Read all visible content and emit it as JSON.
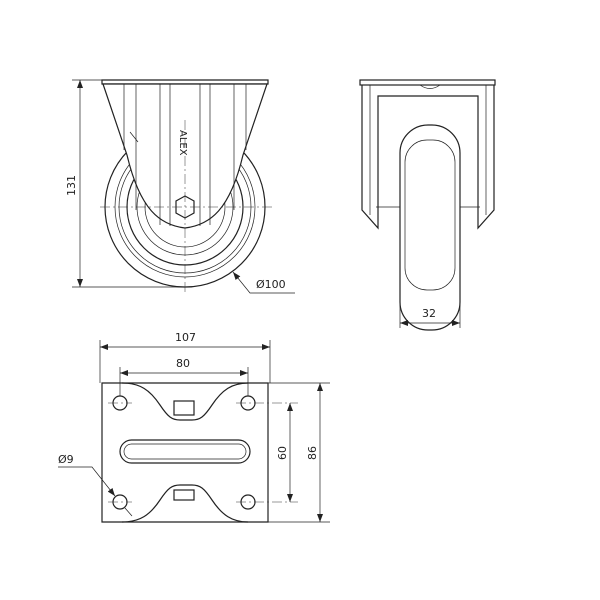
{
  "title": "Fixed castor technical drawing",
  "brand_logo": "ALEX",
  "dimensions": {
    "height": "131",
    "wheel_diameter": "Ø100",
    "wheel_width": "32",
    "plate_width": "107",
    "hole_spacing_x": "80",
    "hole_spacing_y": "60",
    "plate_length": "86",
    "hole_diameter": "Ø9"
  },
  "colors": {
    "line": "#222222",
    "background": "#ffffff"
  }
}
